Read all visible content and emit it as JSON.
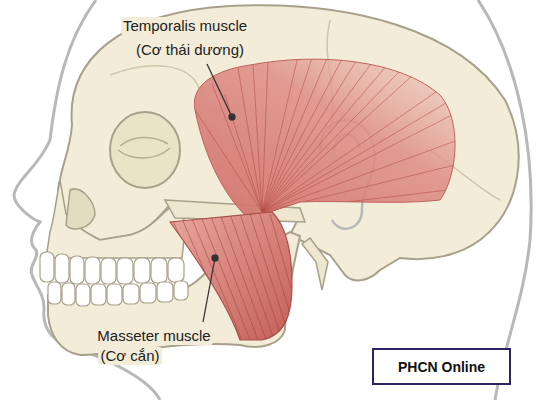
{
  "diagram": {
    "nodes": [
      {
        "text": [
          "PHCN Online"
        ]
      }
    ],
    "labels": [
      "Temporalis muscle",
      "(Cơ thái dương)",
      "Masseter muscle",
      "(Cơ cắn)"
    ]
  }
}
